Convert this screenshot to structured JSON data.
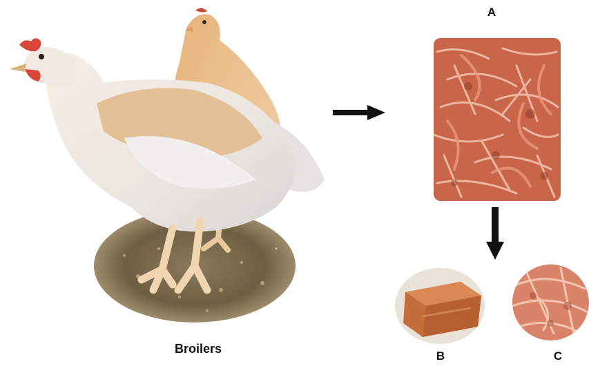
{
  "labels": {
    "a": "A",
    "b": "B",
    "c": "C",
    "broilers": "Broilers"
  },
  "images": {
    "broilers": "broiler-chickens-photo",
    "a": "shredded-chicken-meat-photo",
    "b": "gelatin-block-photo",
    "c": "gelatin-strands-photo"
  },
  "colors": {
    "meat": "#d47a5c",
    "gelatin_block": "#c9733f",
    "arrow": "#111111"
  }
}
